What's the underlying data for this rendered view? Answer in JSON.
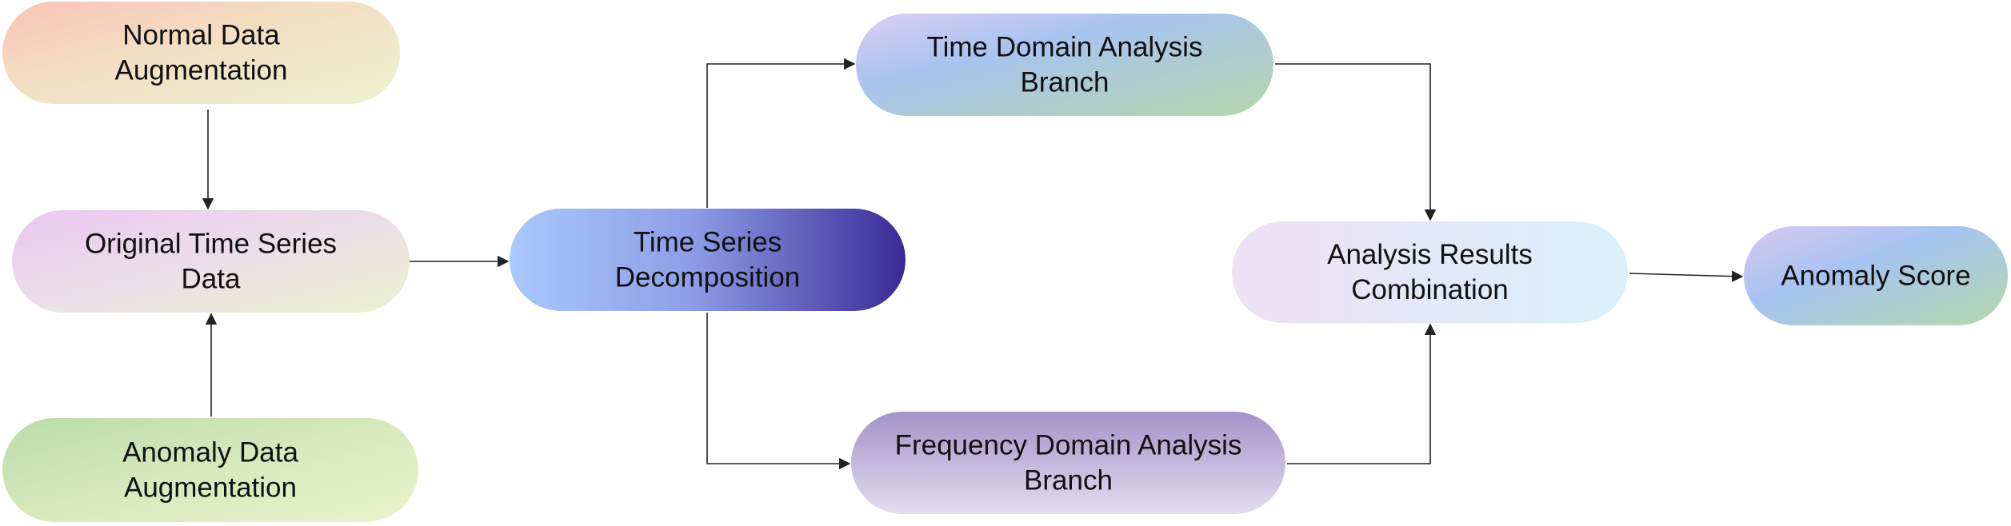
{
  "nodes": {
    "normal_aug": {
      "lines": [
        "Normal Data",
        "Augmentation"
      ]
    },
    "original": {
      "lines": [
        "Original Time Series",
        "Data"
      ]
    },
    "anomaly_aug": {
      "lines": [
        "Anomaly Data",
        "Augmentation"
      ]
    },
    "decomp": {
      "lines": [
        "Time Series",
        "Decomposition"
      ]
    },
    "time_branch": {
      "lines": [
        "Time Domain Analysis",
        "Branch"
      ]
    },
    "freq_branch": {
      "lines": [
        "Frequency Domain Analysis",
        "Branch"
      ]
    },
    "combination": {
      "lines": [
        "Analysis Results",
        "Combination"
      ]
    },
    "score": {
      "lines": [
        "Anomaly Score"
      ]
    }
  },
  "edges": [
    {
      "from": "normal_aug",
      "to": "original"
    },
    {
      "from": "anomaly_aug",
      "to": "original"
    },
    {
      "from": "original",
      "to": "decomp"
    },
    {
      "from": "decomp",
      "to": "time_branch"
    },
    {
      "from": "decomp",
      "to": "freq_branch"
    },
    {
      "from": "time_branch",
      "to": "combination"
    },
    {
      "from": "freq_branch",
      "to": "combination"
    },
    {
      "from": "combination",
      "to": "score"
    }
  ]
}
